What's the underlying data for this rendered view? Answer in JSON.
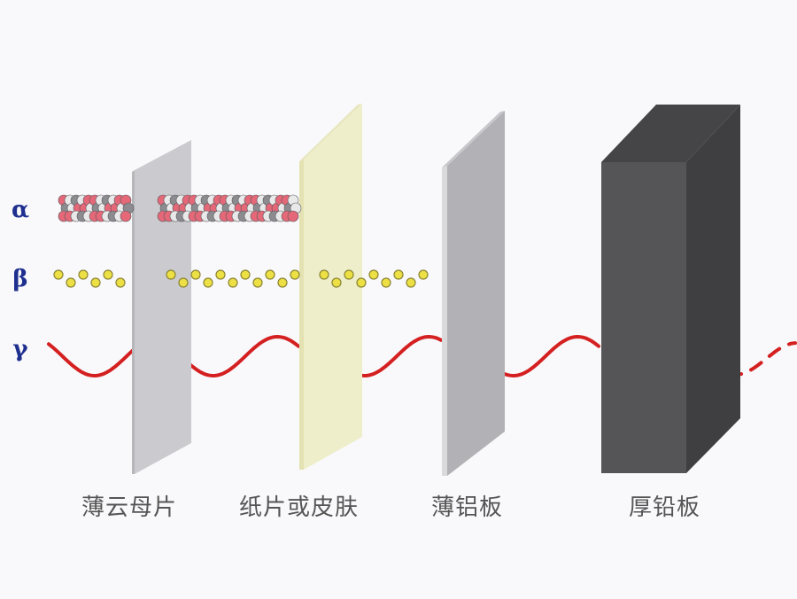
{
  "rays": [
    {
      "symbol": "α",
      "color": "#1f2f8f"
    },
    {
      "symbol": "β",
      "color": "#1f2f8f"
    },
    {
      "symbol": "γ",
      "color": "#1f2f8f"
    }
  ],
  "barriers": [
    {
      "label": "薄云母片",
      "color": "#cbcbcf"
    },
    {
      "label": "纸片或皮肤",
      "color": "#eeeeca"
    },
    {
      "label": "薄铝板",
      "color": "#b2b2b6"
    },
    {
      "label": "厚铅板",
      "color": "#555555"
    }
  ],
  "colors": {
    "gamma_wave": "#d42020",
    "beta_particle": "#ede045",
    "alpha_particle_red": "#e46878",
    "alpha_particle_white": "#e9e9ea",
    "alpha_particle_gray": "#8c8c90"
  }
}
